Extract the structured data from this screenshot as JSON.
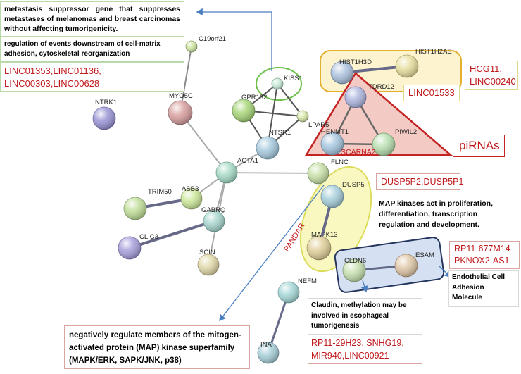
{
  "colors": {
    "edge": "#8a8a8a",
    "arrow": "#4a7ec0",
    "red_text": "#c0191c",
    "box_border_green": "#b9d9a6",
    "box_border_red": "#d9a5a0",
    "box_border_yellow": "#e0d88a"
  },
  "notes": {
    "kiss1_function": "metastasis suppressor gene that suppresses metastases of melanomas and breast carcinomas without affecting tumorigenicity.",
    "lpar5_function": "regulation of events downstream of cell-matrix adhesion, cytoskeletal reorganization",
    "map_kinase_function": "MAP kinases act in proliferation, differentiation, transcription regulation and development.",
    "claudin_function": "Claudin, methylation may be involved in esophageal tumorigenesis",
    "endothelial_function": "Endothelial Cell Adhesion Molecule",
    "pandar_function": "negatively regulate members of the mitogen-activated protein (MAP) kinase superfamily (MAPK/ERK, SAPK/JNK, p38)"
  },
  "lncrna_labels": {
    "linc_group1_line1": "LINC01353,LINC01136,",
    "linc_group1_line2": "LINC00303,LINC00628",
    "hcg11_line1": "HCG11,",
    "hcg11_line2": "LINC00240",
    "linc01533": "LINC01533",
    "pirnas": "piRNAs",
    "scarna2": "SCARNA2",
    "dusp5p": "DUSP5P2,DUSP5P1",
    "rp11_677_line1": "RP11-677M14",
    "rp11_677_line2": "PKNOX2-AS1",
    "rp11_29_line1": "RP11-29H23, SNHG19,",
    "rp11_29_line2": "MIR940,LINC00921",
    "pandar": "PANDAR"
  },
  "nodes": [
    {
      "id": "c19orf21",
      "label": "C19orf21",
      "color": "#cfe6a0"
    },
    {
      "id": "myo5c",
      "label": "MYO5C",
      "color": "#d9a0a0"
    },
    {
      "id": "ntrk1",
      "label": "NTRK1",
      "color": "#9b95d6"
    },
    {
      "id": "kiss1",
      "label": "KISS1",
      "color": "#c8ead8"
    },
    {
      "id": "gpr132",
      "label": "GPR132",
      "color": "#a8d67a"
    },
    {
      "id": "lpar5",
      "label": "LPAR5",
      "color": "#d8eaa8"
    },
    {
      "id": "ntsr1",
      "label": "NTSR1",
      "color": "#a8cbe0"
    },
    {
      "id": "acta1",
      "label": "ACTA1",
      "color": "#a8dcc8"
    },
    {
      "id": "trim50",
      "label": "TRIM50",
      "color": "#c2df9a"
    },
    {
      "id": "asb3",
      "label": "ASB3",
      "color": "#cde89a"
    },
    {
      "id": "clic3",
      "label": "CLIC3",
      "color": "#a8a0dc"
    },
    {
      "id": "gabrq",
      "label": "GABRQ",
      "color": "#a8d6d0"
    },
    {
      "id": "scin",
      "label": "SCIN",
      "color": "#e0d8a8"
    },
    {
      "id": "hist1h3d",
      "label": "HIST1H3D",
      "color": "#aec4e0"
    },
    {
      "id": "hist1h2ae",
      "label": "HIST1H2AE",
      "color": "#e8e0a0"
    },
    {
      "id": "tdrd12",
      "label": "TDRD12",
      "color": "#b0b8e0"
    },
    {
      "id": "henmt1",
      "label": "HENMT1",
      "color": "#a8c8e0"
    },
    {
      "id": "piwil2",
      "label": "PIWIL2",
      "color": "#b8e0b0"
    },
    {
      "id": "flnc",
      "label": "FLNC",
      "color": "#c8e0a8"
    },
    {
      "id": "dusp5",
      "label": "DUSP5",
      "color": "#a8d0dc"
    },
    {
      "id": "mapk13",
      "label": "MAPK13",
      "color": "#e0d09a"
    },
    {
      "id": "cldn6",
      "label": "CLDN6",
      "color": "#c8e0b0"
    },
    {
      "id": "esam",
      "label": "ESAM",
      "color": "#e0c8a8"
    },
    {
      "id": "nefm",
      "label": "NEFM",
      "color": "#a8d8d8"
    },
    {
      "id": "ina",
      "label": "INA",
      "color": "#a8d0d8"
    }
  ]
}
